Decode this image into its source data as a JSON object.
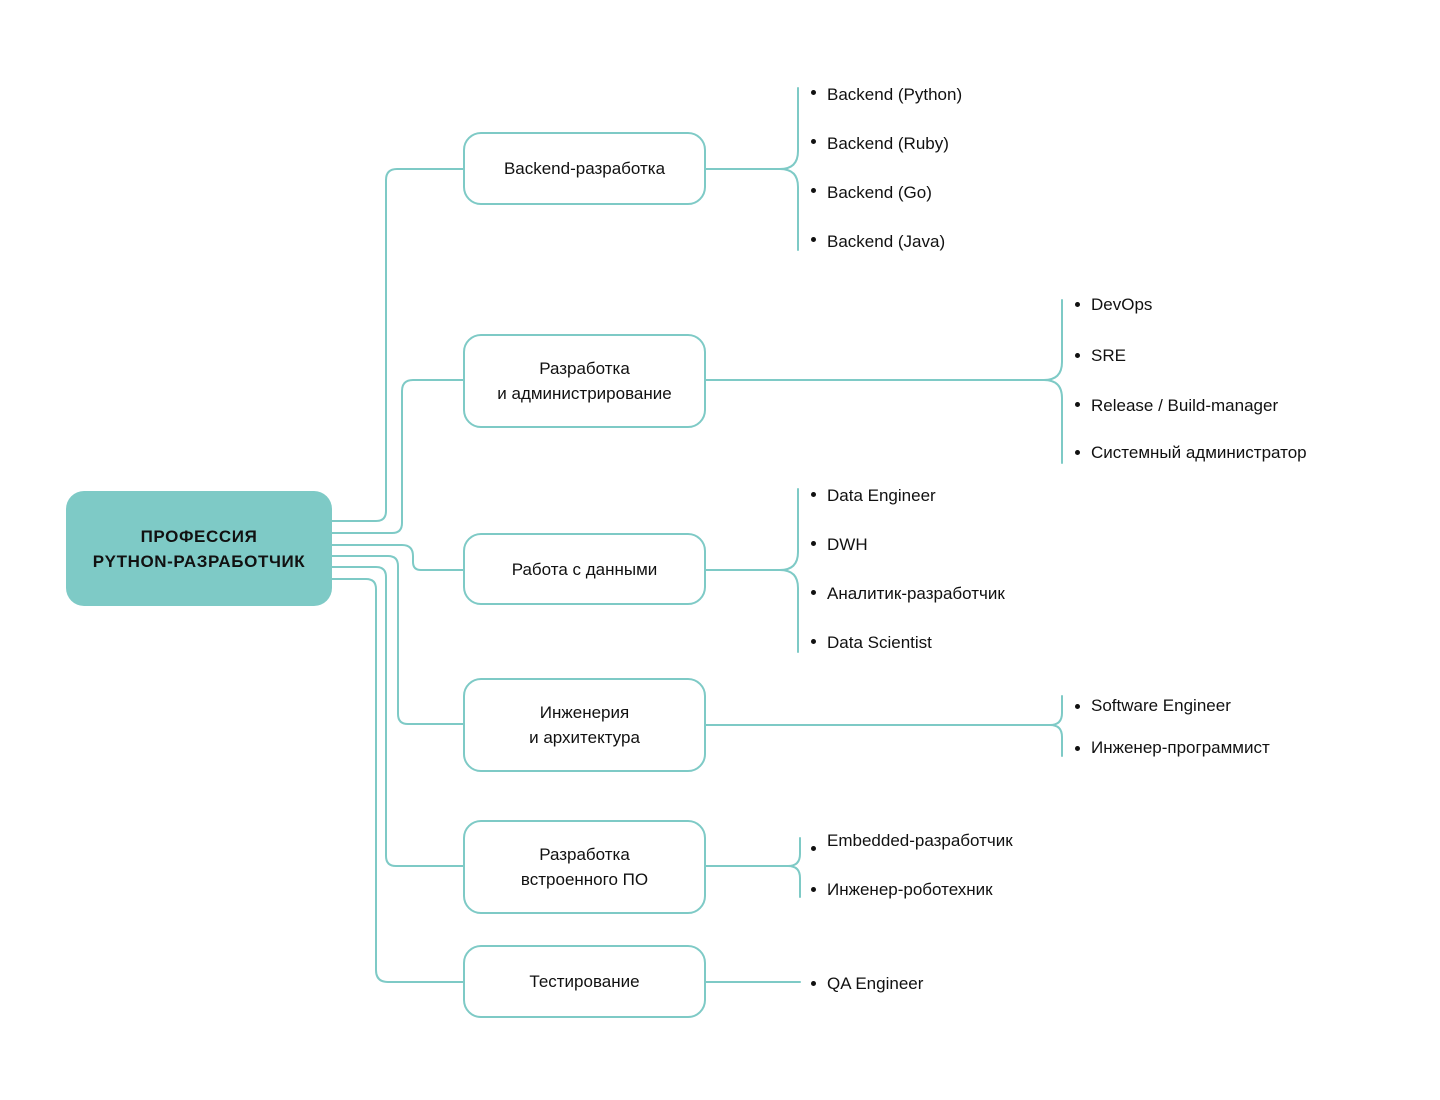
{
  "root": {
    "line1": "ПРОФЕССИЯ",
    "line2": "PYTHON-РАЗРАБОТЧИК"
  },
  "categories": [
    {
      "line1": "Backend-разработка",
      "line2": "",
      "items": [
        "Backend (Python)",
        "Backend (Ruby)",
        "Backend (Go)",
        "Backend (Java)"
      ]
    },
    {
      "line1": "Разработка",
      "line2": "и администрирование",
      "items": [
        "DevOps",
        "SRE",
        "Release / Build-manager",
        "Системный администратор"
      ]
    },
    {
      "line1": "Работа с данными",
      "line2": "",
      "items": [
        "Data Engineer",
        "DWH",
        "Аналитик-разработчик",
        "Data Scientist"
      ]
    },
    {
      "line1": "Инженерия",
      "line2": "и архитектура",
      "items": [
        "Software Engineer",
        "Инженер-программист"
      ]
    },
    {
      "line1": "Разработка",
      "line2": "встроенного ПО",
      "items": [
        "Embedded-разработчик",
        "Инженер-роботехник"
      ]
    },
    {
      "line1": "Тестирование",
      "line2": "",
      "items": [
        "QA Engineer"
      ]
    }
  ],
  "colors": {
    "accent": "#7ecac6",
    "text": "#111111",
    "background": "#ffffff"
  }
}
